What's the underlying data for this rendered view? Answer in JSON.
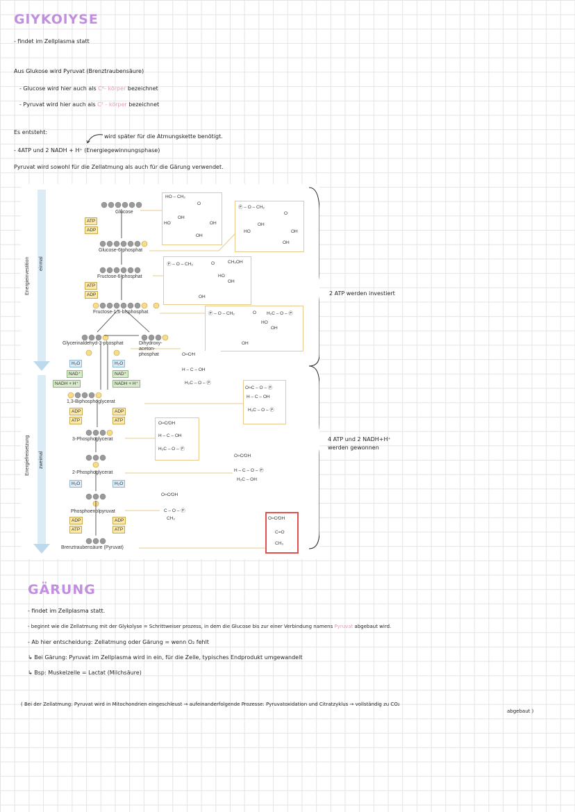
{
  "glykolyse": {
    "title": "GlYKOlYSE",
    "line1": "- findet im Zellplasma statt",
    "line2": "Aus Glukose wird Pyruvat (Brenztraubensäure)",
    "line3_a": "- Glucose wird hier auch als",
    "line3_b": "C⁶- körper",
    "line3_c": "bezeichnet",
    "line4_a": "- Pyruvat wird hier auch als",
    "line4_b": "C³ - körper",
    "line4_c": "bezeichnet",
    "entsteht": "Es entsteht:",
    "atmung_note": "wird später für die Atmungskette benötigt.",
    "atp_line": "- 4ATP und 2 NADH + H⁺ (Energiegewinnungsphase)",
    "pyruvat_line": "Pyruvat wird sowohl für die Zellatmung als auch für die Gärung verwendet."
  },
  "diagram": {
    "side_invest": "Energieinvestition",
    "side_invest_sub": "einmal",
    "side_release": "Energiefreisetzung",
    "side_release_sub": "zweimal",
    "glucose": "Glucose",
    "g6p": "Glucose-6-phosphat",
    "f6p": "Fructose-6-phosphat",
    "f16bp": "Fructose-1,6-bisphosphat",
    "gap": "Glycerinaldehyd-3-phosphat",
    "dhap": "Dihydroxy-\naceton-\nphosphat",
    "bpg": "1,3-Biphosphoglycerat",
    "pg3": "3-Phosphoglycerat",
    "pg2": "2-Phosphoglycerat",
    "pep": "Phosphoenolpyruvat",
    "pyruvat": "Brenztraubensäure (Pyruvat)",
    "atp": "ATP",
    "adp": "ADP",
    "h2o": "H₂O",
    "nad": "NAD⁺",
    "nadh": "NADH + H⁺",
    "p": "P"
  },
  "annotations": {
    "invest": "2 ATP werden investiert",
    "gain_1": "4 ATP und 2 NADH+H⁺",
    "gain_2": "werden gewonnen"
  },
  "gaerung": {
    "title": "GÄRUNG",
    "line1": "- findet im Zellplasma statt.",
    "line2_a": "- beginnt wie die Zellatmung mit der Glykolyse = Schrittweiser prozess, in dem die Glucose bis zur einer Verbindung namens",
    "line2_b": "Pyruvat",
    "line2_c": "abgebaut wird.",
    "line3": "- Ab hier entscheidung: Zellatmung oder Gärung = wenn O₂ fehlt",
    "line4": "↳ Bei Gärung: Pyruvat im Zellplasma wird in ein, für die Zelle, typisches Endprodukt umgewandelt",
    "line5": "↳ Bsp: Muskelzelle = Lactat (Milchsäure)",
    "note_a": "( Bei der Zellatmung: Pyruvat wird in Mitochondrien eingeschleust → aufeinanderfolgende Prozesse: Pyruvatoxidation und Citratzyklus → vollständig zu CO₂",
    "note_b": "abgebaut )"
  }
}
